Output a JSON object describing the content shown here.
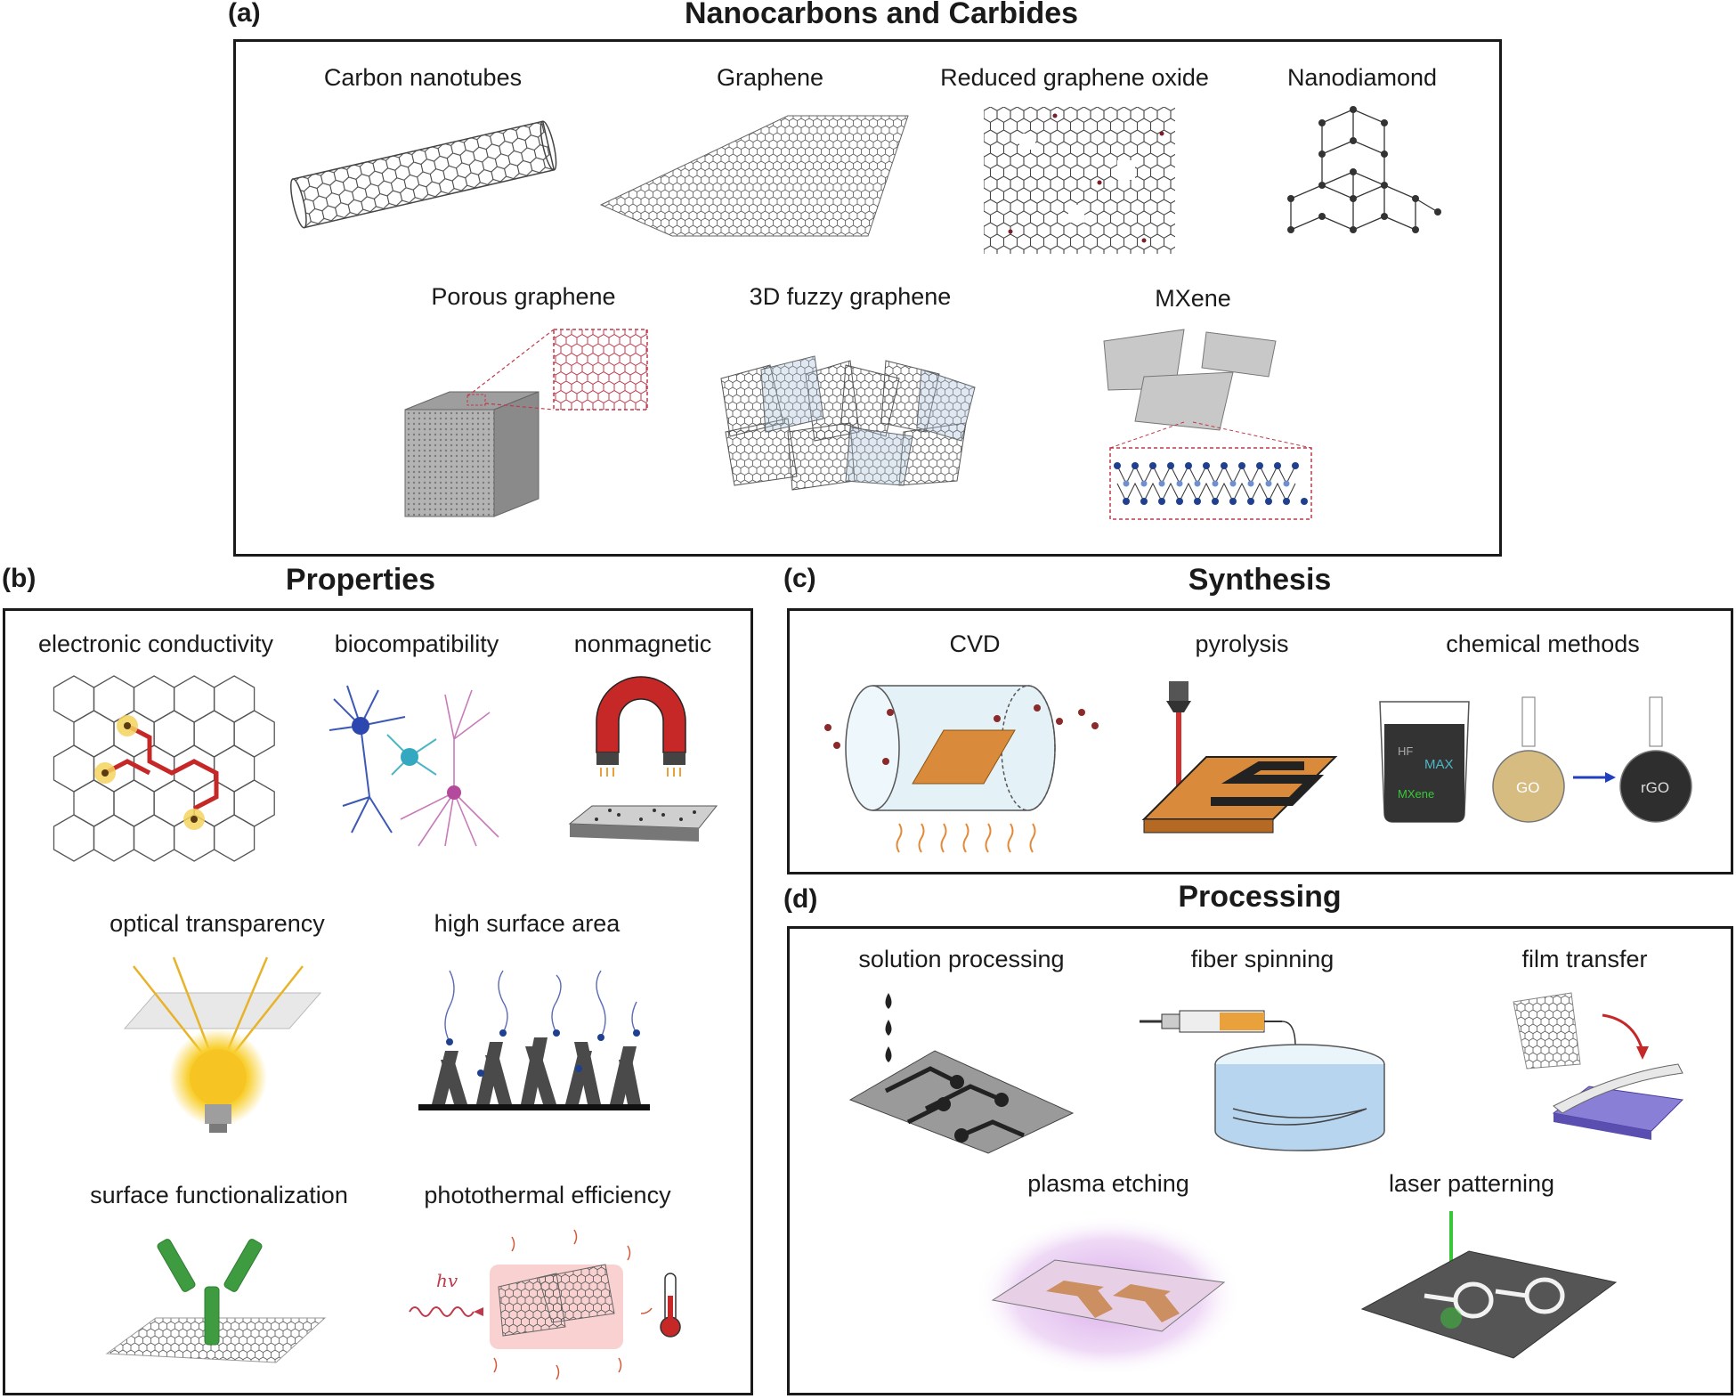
{
  "panels": {
    "a": {
      "letter": "(a)",
      "title": "Nanocarbons and Carbides",
      "items": [
        "Carbon nanotubes",
        "Graphene",
        "Reduced graphene oxide",
        "Nanodiamond",
        "Porous graphene",
        "3D fuzzy graphene",
        "MXene"
      ]
    },
    "b": {
      "letter": "(b)",
      "title": "Properties",
      "items": [
        "electronic conductivity",
        "biocompatibility",
        "nonmagnetic",
        "optical transparency",
        "high surface area",
        "surface functionalization",
        "photothermal efficiency"
      ],
      "hv_label": "hv"
    },
    "c": {
      "letter": "(c)",
      "title": "Synthesis",
      "items": [
        "CVD",
        "pyrolysis",
        "chemical methods"
      ],
      "beaker_labels": [
        "HF",
        "MAX",
        "MXene"
      ],
      "flask_labels": [
        "GO",
        "rGO"
      ]
    },
    "d": {
      "letter": "(d)",
      "title": "Processing",
      "items": [
        "solution processing",
        "fiber spinning",
        "film transfer",
        "plasma etching",
        "laser patterning"
      ]
    }
  },
  "colors": {
    "frame": "#1a1a1a",
    "highlight_red": "#c62828",
    "orange": "#d98a3a",
    "mxene_blue": "#1f3f8f",
    "laser_green": "#39c739"
  }
}
